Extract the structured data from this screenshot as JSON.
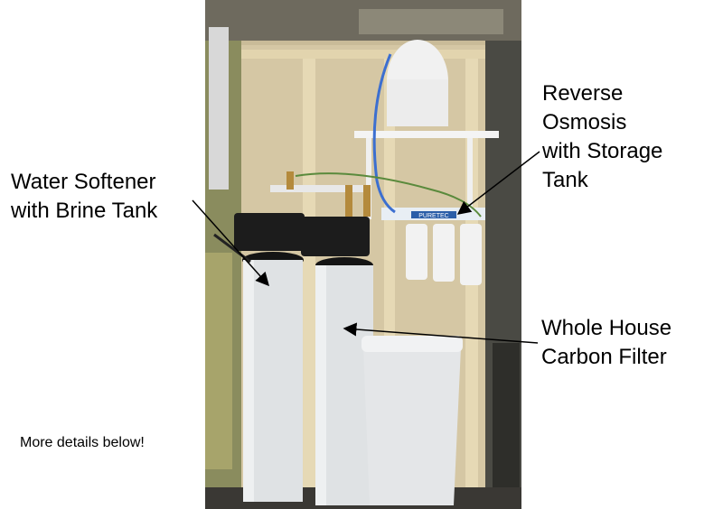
{
  "labels": {
    "water_softener": "Water Softener\nwith Brine Tank",
    "reverse_osmosis": "Reverse\nOsmosis\nwith Storage\nTank",
    "carbon_filter": "Whole House\nCarbon Filter",
    "more_details": "More details below!"
  },
  "photo": {
    "brand_text": "PURETEC"
  }
}
